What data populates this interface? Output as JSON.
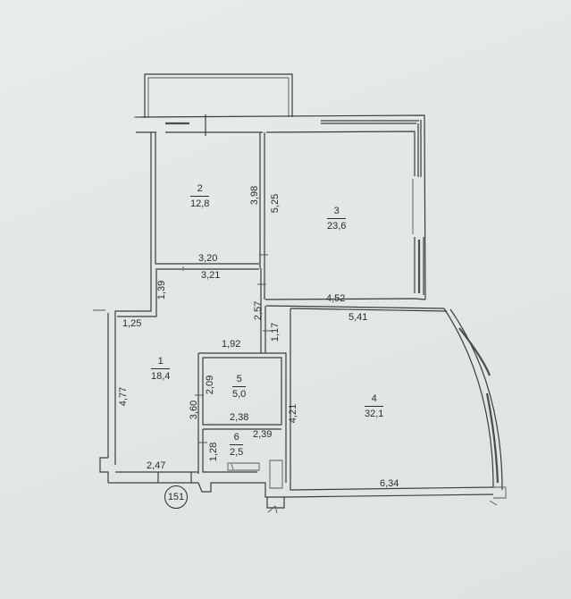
{
  "plan": {
    "apartment_marker": "151",
    "rooms": [
      {
        "number": "1",
        "area": "18,4"
      },
      {
        "number": "2",
        "area": "12,8"
      },
      {
        "number": "3",
        "area": "23,6"
      },
      {
        "number": "4",
        "area": "32,1"
      },
      {
        "number": "5",
        "area": "5,0"
      },
      {
        "number": "6",
        "area": "2,5"
      }
    ],
    "dimensions": {
      "room2_right": "3,98",
      "room3_left": "5,25",
      "room2_bottom_top": "3,20",
      "room1_top": "3,21",
      "room1_notch": "1,39",
      "room1_top_left": "1,25",
      "room1_left": "4,77",
      "room1_bottom": "2,47",
      "room1_right": "3,60",
      "corridor_left": "2,57",
      "room4_left_short": "1,17",
      "room5_top": "1,92",
      "room5_left": "2,09",
      "room5_bottom": "2,38",
      "room6_top": "2,39",
      "room6_left": "1,28",
      "room3_bottom": "4,52",
      "room4_top": "5,41",
      "room4_left": "4,21",
      "room4_bottom": "6,34"
    }
  }
}
